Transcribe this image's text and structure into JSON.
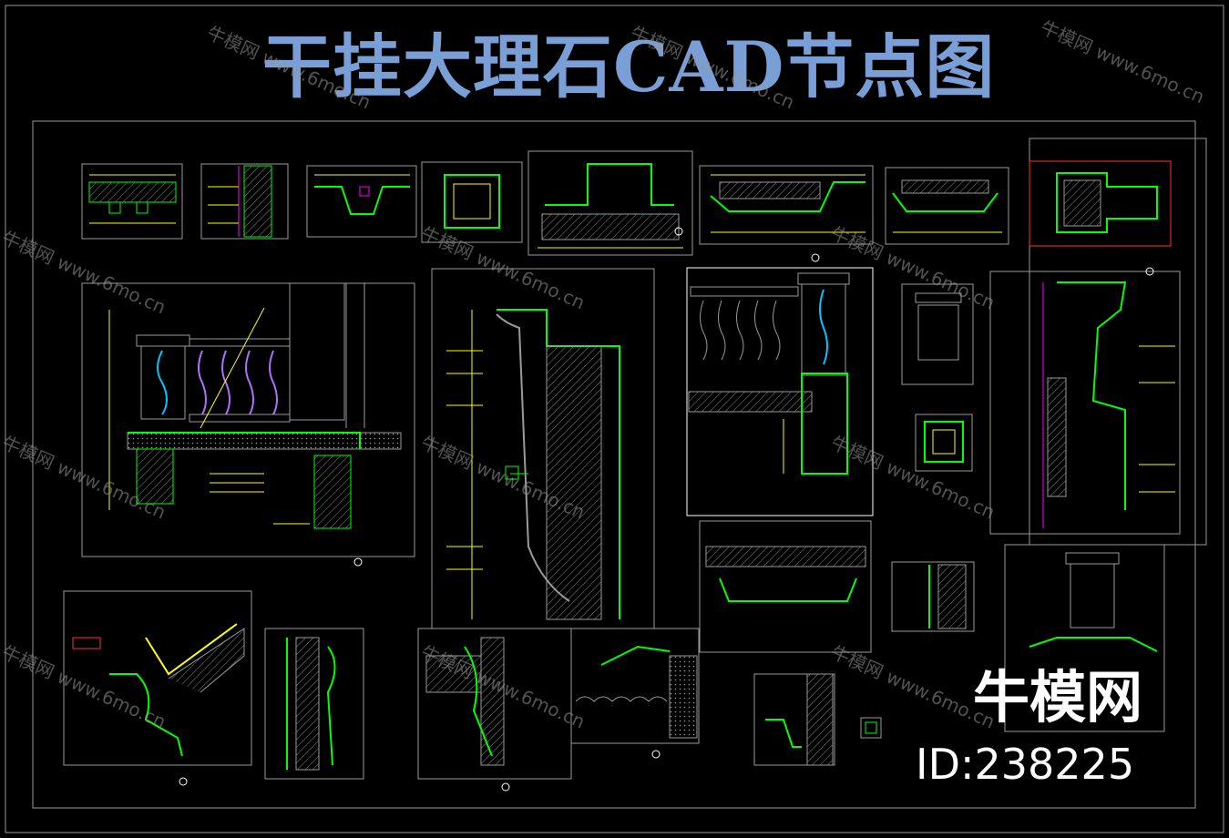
{
  "title": "干挂大理石CAD节点图",
  "watermark": {
    "text": "牛模网 www.6mo.cn",
    "color": "#969696"
  },
  "brand": {
    "name": "牛模网",
    "id_text": "ID:238225"
  },
  "colors": {
    "background": "#000000",
    "frame": "#9a9a9a",
    "primary_line": "#00ff00",
    "secondary_line": "#ffff00",
    "accent_magenta": "#ff00ff",
    "accent_cyan": "#00ffff",
    "hatch": "#8a8a8a",
    "title": "#7a9fd6",
    "balustrade_violet": "#b070ff",
    "balustrade_cyan": "#00c8ff",
    "red_frame": "#ff3030"
  },
  "icons": [
    "section-marker-icon",
    "balustrade-icon",
    "cornice-icon",
    "dimension-line-icon"
  ]
}
